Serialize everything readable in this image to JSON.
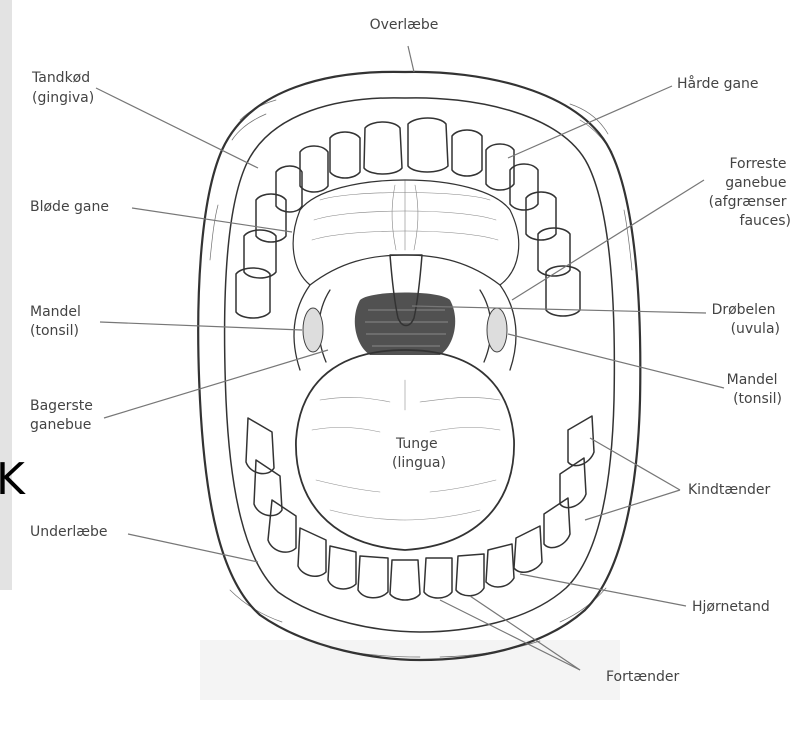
{
  "labels": {
    "overlip": "Overlæbe",
    "gums": [
      "Tandkød",
      "(gingiva)"
    ],
    "hard_palate": "Hårde gane",
    "front_arch": [
      "Forreste",
      "ganebue",
      "(afgrænser",
      "fauces)"
    ],
    "soft_palate": "Bløde gane",
    "tonsil_left": [
      "Mandel",
      "(tonsil)"
    ],
    "uvula": [
      "Drøbelen",
      "(uvula)"
    ],
    "tonsil_right": [
      "Mandel",
      "(tonsil)"
    ],
    "rear_arch": [
      "Bagerste",
      "ganebue"
    ],
    "tongue": [
      "Tunge",
      "(lingua)"
    ],
    "molars": "Kindtænder",
    "underlip": "Underlæbe",
    "canine": "Hjørnetand",
    "incisors": "Fortænder",
    "edge_glyph": "K"
  },
  "colors": {
    "background": "#ffffff",
    "scan_strip": "#e3e3e3",
    "ink": "#333333",
    "label": "#444444"
  }
}
